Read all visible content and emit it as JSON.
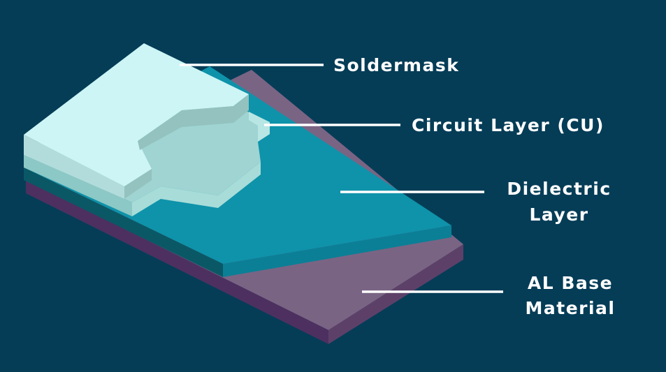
{
  "diagram": {
    "labels": {
      "soldermask": "Soldermask",
      "circuit": "Circuit Layer (CU)",
      "dielectric_line1": "Dielectric",
      "dielectric_line2": "Layer",
      "base_line1": "AL Base",
      "base_line2": "Material"
    },
    "colors": {
      "background": "#053d57",
      "soldermask": "#cdf5f5",
      "circuit": "#9fd4d2",
      "dielectric": "#0e93aa",
      "base": "#7a6484",
      "leader_lines": "#ffffff"
    }
  }
}
